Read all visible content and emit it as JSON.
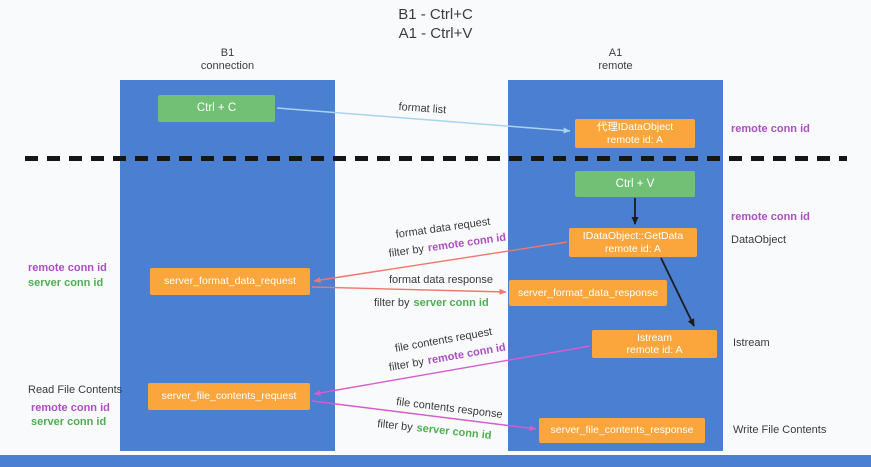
{
  "title": {
    "line1": "B1 - Ctrl+C",
    "line2": "A1 - Ctrl+V"
  },
  "lanes": {
    "left": {
      "name": "B1",
      "role": "connection"
    },
    "right": {
      "name": "A1",
      "role": "remote"
    }
  },
  "boxes": {
    "ctrl_c": "Ctrl + C",
    "ctrl_v": "Ctrl + V",
    "proxy_idataobject": {
      "line1": "代理IDataObject",
      "line2": "remote id: A"
    },
    "idataobject_getdata": {
      "line1": "IDataObject::GetData",
      "line2": "remote id: A"
    },
    "istream": {
      "line1": "Istream",
      "line2": "remote id: A"
    },
    "server_format_data_request": "server_format_data_request",
    "server_format_data_response": "server_format_data_response",
    "server_file_contents_request": "server_file_contents_request",
    "server_file_contents_response": "server_file_contents_response"
  },
  "arrow_labels": {
    "format_list": "format list",
    "format_data_request": "format data request",
    "format_data_response": "format data response",
    "file_contents_request": "file contents request",
    "file_contents_response": "file contents response",
    "filter_by": "filter by"
  },
  "side_labels": {
    "remote_conn_id": "remote conn id",
    "server_conn_id": "server conn id",
    "dataobject": "DataObject",
    "istream": "Istream",
    "read_file_contents": "Read File Contents",
    "write_file_contents": "Write File Contents"
  },
  "colors": {
    "lane_blue": "#4a7fd1",
    "box_green": "#72c076",
    "box_orange": "#faa63c",
    "label_purple": "#ab4fc3",
    "label_green": "#4fae52",
    "arrow_lightblue": "#a9d4ef",
    "arrow_salmon": "#ef776d",
    "arrow_magenta": "#d75ccd",
    "arrow_black": "#1c1c1c"
  }
}
